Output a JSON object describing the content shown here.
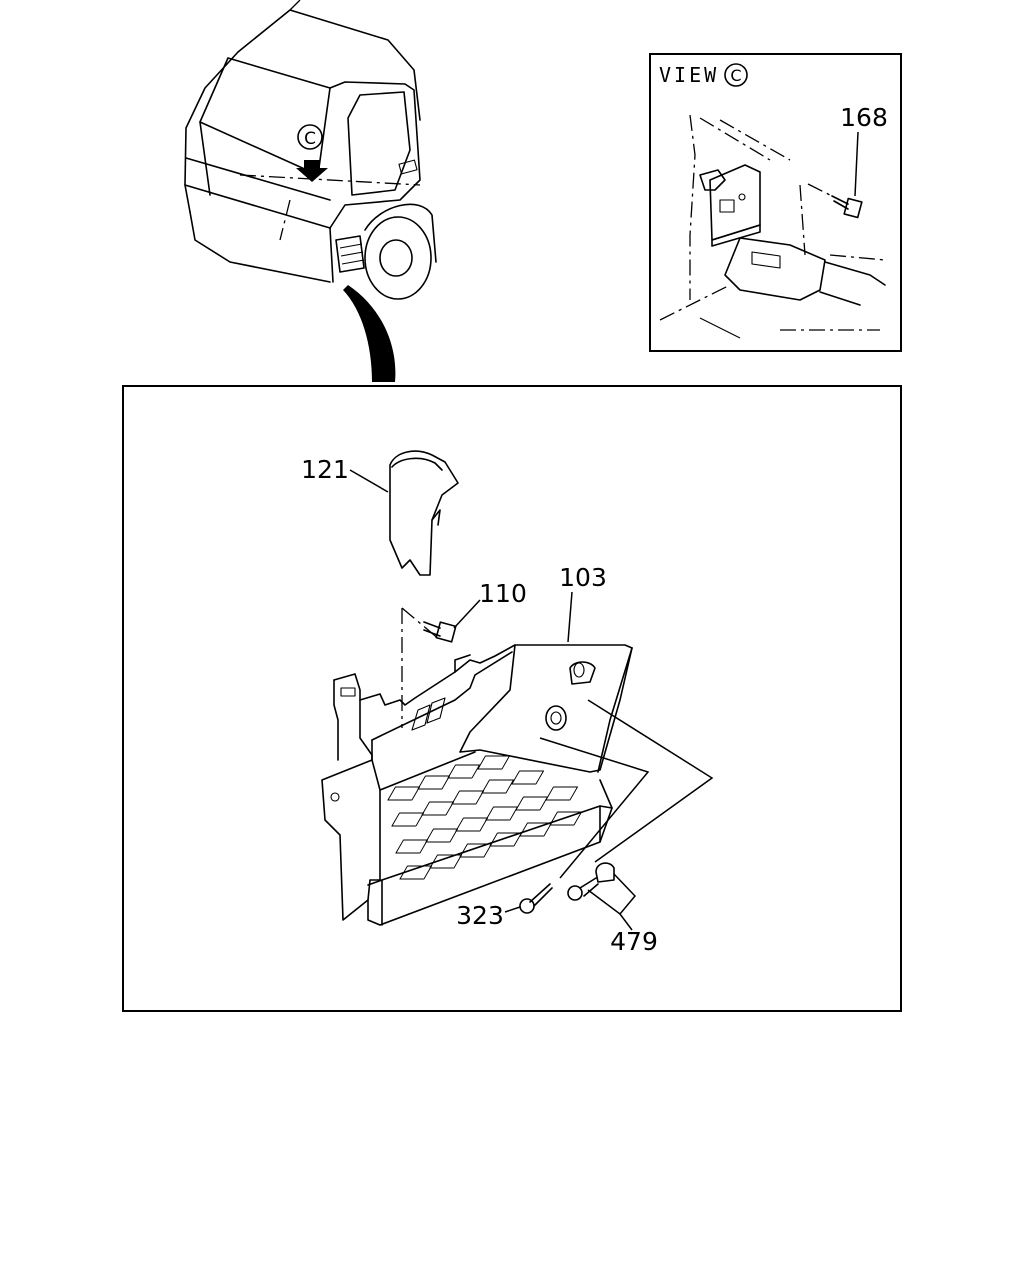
{
  "inset": {
    "view_label": "VIEW",
    "view_mark": "C"
  },
  "cab": {
    "view_mark": "C"
  },
  "callouts": {
    "p168": "168",
    "p121": "121",
    "p110": "110",
    "p103": "103",
    "p323": "323",
    "p479": "479"
  }
}
